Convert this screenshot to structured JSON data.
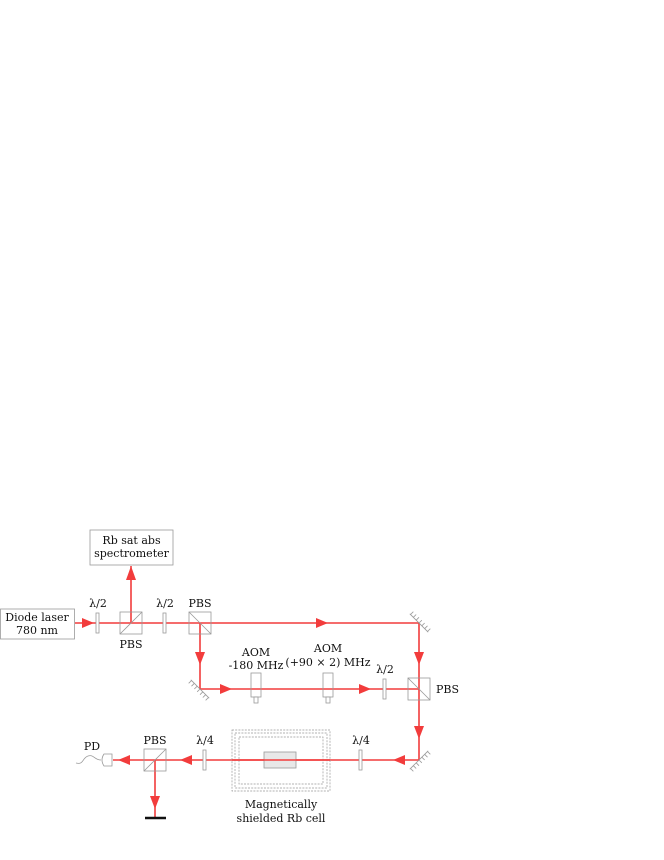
{
  "diagram": {
    "beam_color": "#f23c3c",
    "components": {
      "laser": {
        "line1": "Diode laser",
        "line2": "780 nm"
      },
      "spectrometer": {
        "line1": "Rb sat abs",
        "line2": "spectrometer"
      },
      "waveplate_1": {
        "label": "λ/2"
      },
      "pbs_1": {
        "label": "PBS"
      },
      "waveplate_2": {
        "label": "λ/2"
      },
      "pbs_2": {
        "label": "PBS"
      },
      "aom_1": {
        "line1": "AOM",
        "line2": "-180 MHz"
      },
      "aom_2": {
        "line1": "AOM",
        "line2": "(+90 × 2) MHz"
      },
      "waveplate_3": {
        "label": "λ/2"
      },
      "pbs_3": {
        "label": "PBS"
      },
      "waveplate_4": {
        "label": "λ/4"
      },
      "shielded_cell": {
        "line1": "Magnetically",
        "line2": "shielded Rb cell"
      },
      "waveplate_5": {
        "label": "λ/4"
      },
      "pbs_4": {
        "label": "PBS"
      },
      "photodiode": {
        "label": "PD"
      }
    }
  }
}
